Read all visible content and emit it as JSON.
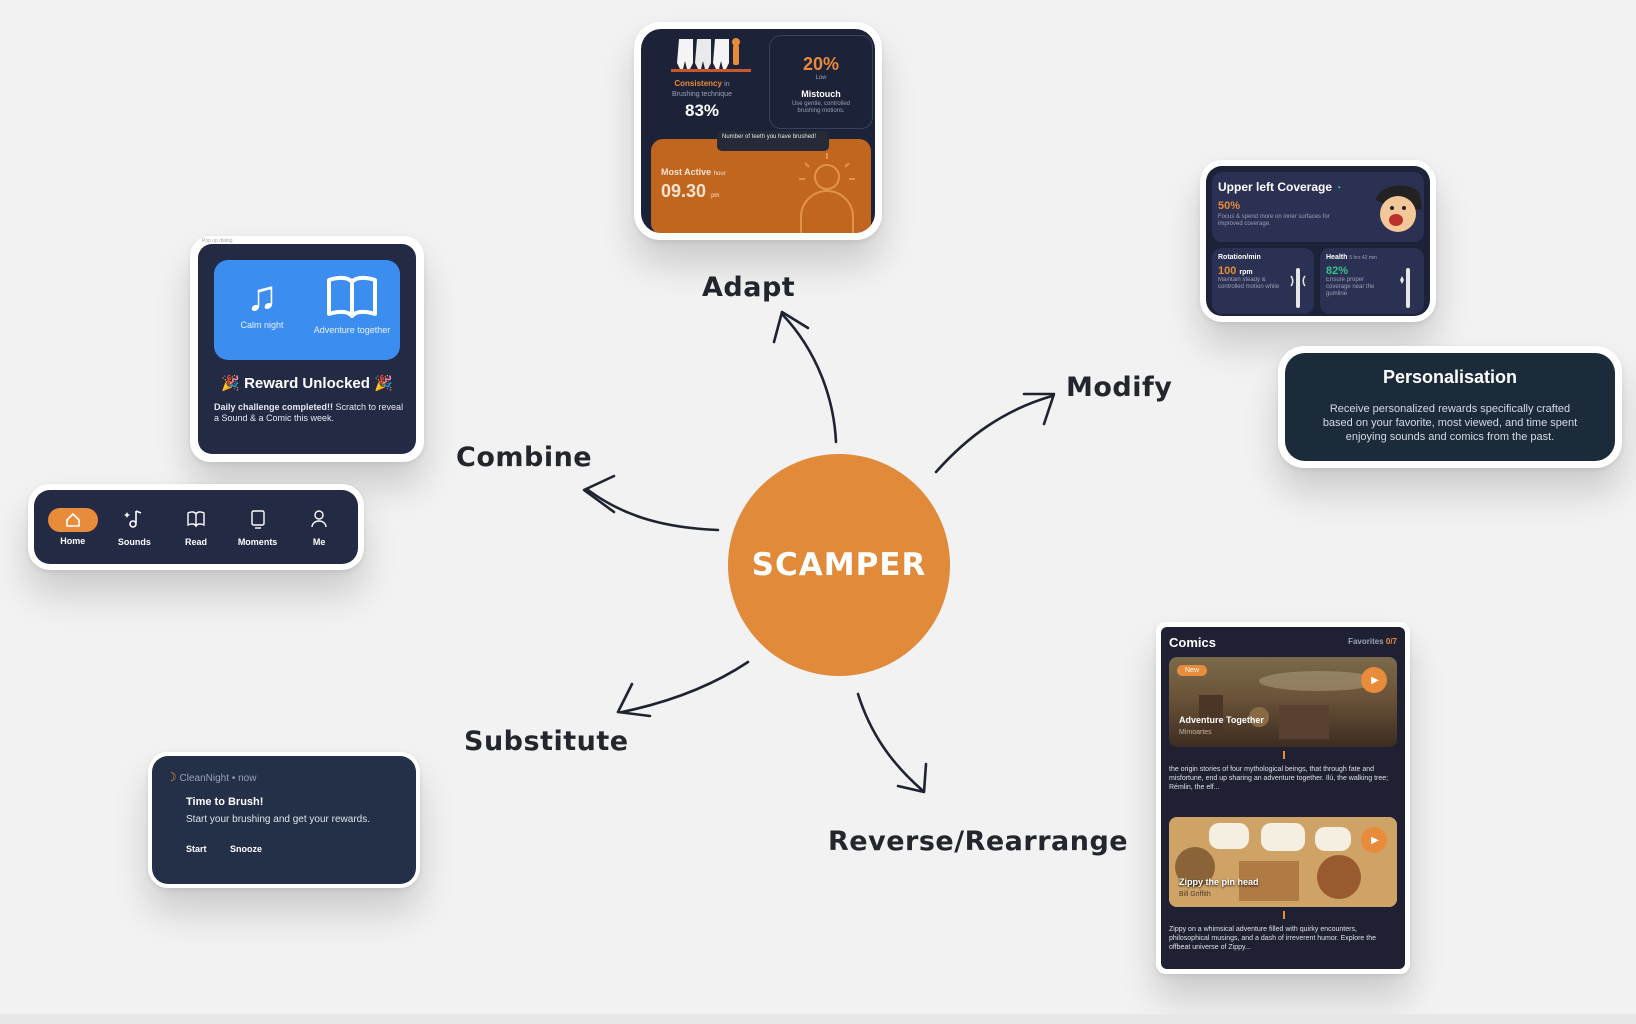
{
  "center": {
    "label": "SCAMPER"
  },
  "labels": {
    "adapt": "Adapt",
    "modify": "Modify",
    "combine": "Combine",
    "substitute": "Substitute",
    "reverse": "Reverse/Rearrange"
  },
  "adapt_card": {
    "consistency_title": "Consistency",
    "consistency_in": "in",
    "consistency_sub": "Brushing technique",
    "consistency_value": "83%",
    "mistouch_value": "20%",
    "mistouch_level": "Low",
    "mistouch_title": "Mistouch",
    "mistouch_desc": "Use gentle, controlled brushing motions.",
    "tooltip": "Number of teeth you have brushed!",
    "most_active_title": "Most Active",
    "most_active_hour": "hour",
    "most_active_value": "09.30",
    "most_active_unit": "pm"
  },
  "coverage_card": {
    "title": "Upper left Coverage",
    "value": "50%",
    "desc": "Focus & spend more on inner surfaces for improved coverage.",
    "rotation_title": "Rotation/min",
    "rotation_value": "100",
    "rotation_unit": "rpm",
    "rotation_desc": "Maintain steady & controlled motion while",
    "health_title": "Health",
    "health_time": "5 hrs 42 min",
    "health_value": "82%",
    "health_desc": "Ensure proper coverage near the gumline"
  },
  "personalisation_card": {
    "title": "Personalisation",
    "desc": "Receive personalized rewards specifically crafted based on your favorite, most viewed, and time spent enjoying sounds and comics from the past."
  },
  "reward_card": {
    "tiny_label": "Pop up dialog",
    "tile1": "Calm night",
    "tile2": "Adventure together",
    "title": "Reward Unlocked",
    "desc_bold": "Daily challenge completed!!",
    "desc_rest": " Scratch to reveal a Sound & a Comic this week."
  },
  "nav_bar": {
    "items": [
      {
        "label": "Home",
        "icon": "home-icon",
        "active": true
      },
      {
        "label": "Sounds",
        "icon": "music-note-icon",
        "active": false
      },
      {
        "label": "Read",
        "icon": "book-icon",
        "active": false
      },
      {
        "label": "Moments",
        "icon": "frame-icon",
        "active": false
      },
      {
        "label": "Me",
        "icon": "person-icon",
        "active": false
      }
    ]
  },
  "notification": {
    "app": "CleanNight",
    "dot": "•",
    "time": "now",
    "title": "Time to Brush!",
    "body": "Start your brushing and get your rewards.",
    "action_start": "Start",
    "action_snooze": "Snooze"
  },
  "comics_card": {
    "title": "Comics",
    "favorites_label": "Favorites",
    "favorites_count": "0/7",
    "items": [
      {
        "badge": "New",
        "title": "Adventure Together",
        "author": "Mimoartes",
        "desc": "the origin stories of four mythological beings, that through fate and misfortune, end up sharing an adventure together. Ilú, the walking tree; Rémlin, the elf..."
      },
      {
        "badge": "",
        "title": "Zippy the pin head",
        "author": "Bill Griffith",
        "desc": "Zippy on a whimsical adventure filled with quirky encounters, philosophical musings, and a dash of irreverent humor. Explore the offbeat universe of Zippy..."
      }
    ]
  },
  "colors": {
    "background": "#f1f2f1",
    "accent_orange": "#e08a3a",
    "dark_card": "#242b45",
    "blue_tile": "#3b8ef0"
  }
}
